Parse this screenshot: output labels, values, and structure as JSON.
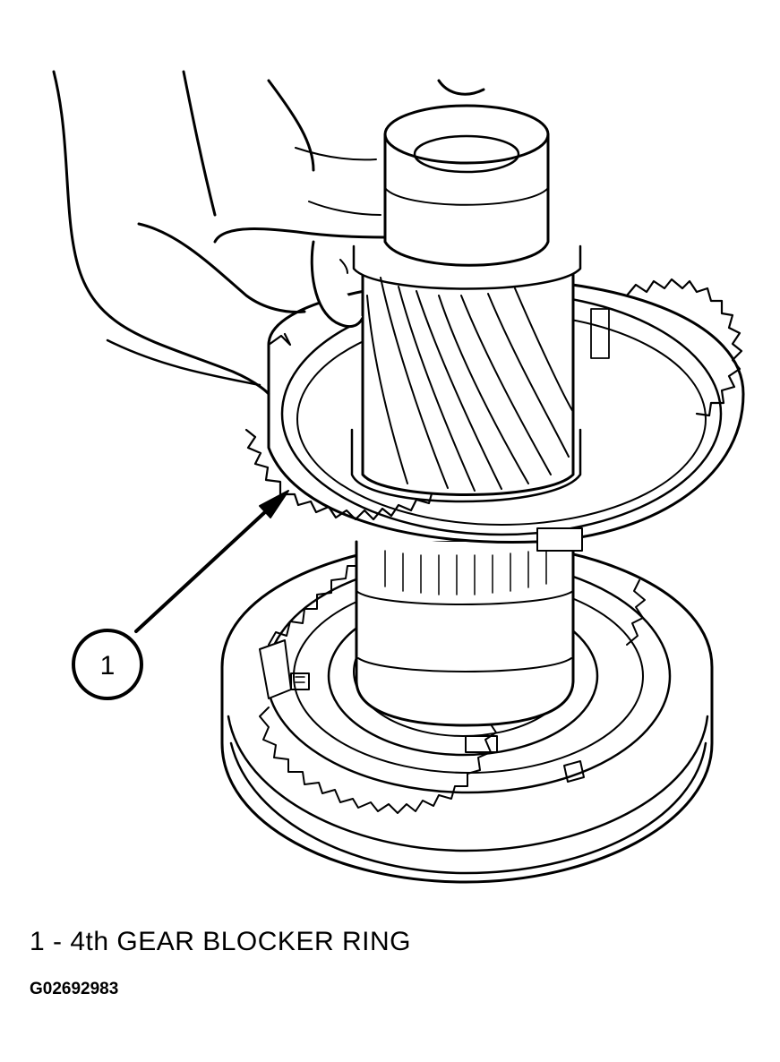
{
  "figure": {
    "callouts": [
      {
        "number": "1"
      }
    ]
  },
  "caption": {
    "text": "1 - 4th GEAR BLOCKER RING"
  },
  "figure_id": "G02692983"
}
